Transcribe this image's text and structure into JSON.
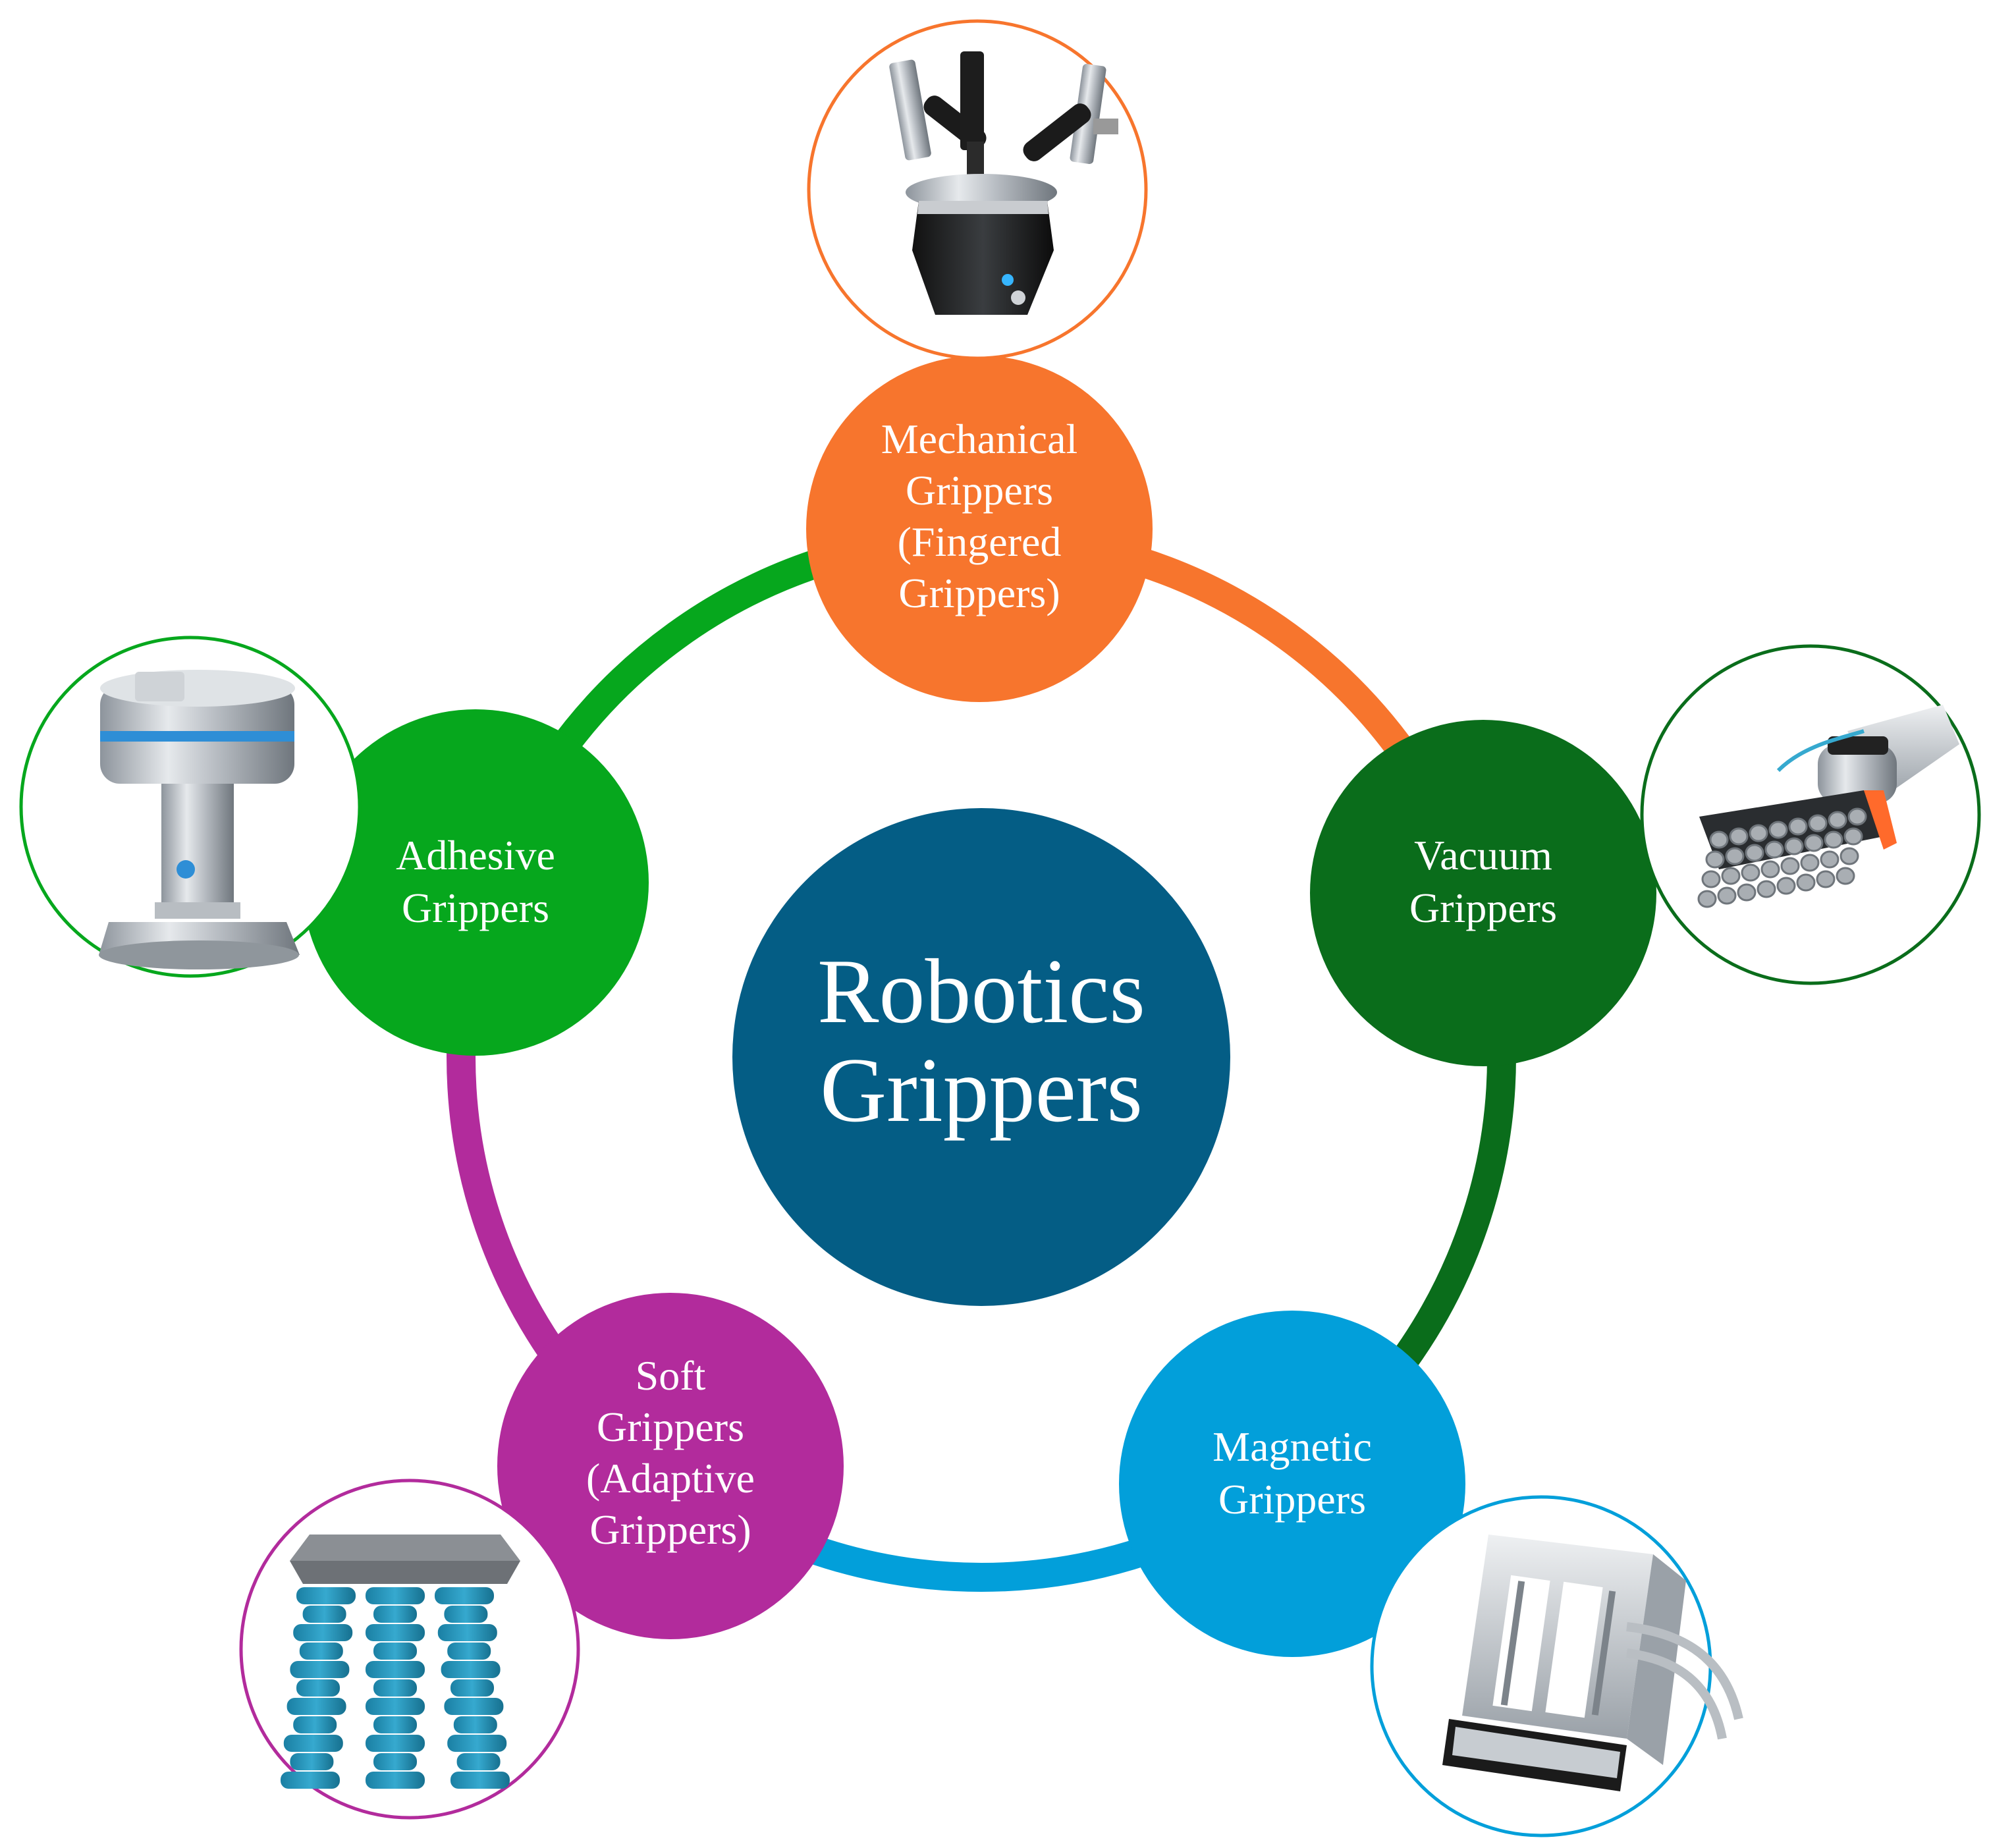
{
  "center": {
    "lines": [
      "Robotics",
      "Grippers"
    ],
    "color": "#045d85"
  },
  "nodes": [
    {
      "id": "mechanical",
      "lines": [
        "Mechanical",
        "Grippers",
        "(Fingered",
        "Grippers)"
      ],
      "color": "#f7752d",
      "ring_color": "#f7752d",
      "icon": "three-finger-gripper-icon"
    },
    {
      "id": "vacuum",
      "lines": [
        "Vacuum",
        "Grippers"
      ],
      "color": "#0a6d1b",
      "ring_color": "#0a6d1b",
      "icon": "vacuum-cup-array-icon"
    },
    {
      "id": "magnetic",
      "lines": [
        "Magnetic",
        "Grippers"
      ],
      "color": "#029fda",
      "ring_color": "#029fda",
      "icon": "magnetic-gripper-block-icon"
    },
    {
      "id": "soft",
      "lines": [
        "Soft",
        "Grippers",
        "(Adaptive",
        "Grippers)"
      ],
      "color": "#b22b9c",
      "ring_color": "#b22b9c",
      "icon": "soft-bellows-gripper-icon"
    },
    {
      "id": "adhesive",
      "lines": [
        "Adhesive",
        "Grippers"
      ],
      "color": "#06a71d",
      "ring_color": "#06a71d",
      "icon": "adhesive-gripper-pad-icon"
    }
  ],
  "arc_colors": [
    "#f7752d",
    "#0a6d1b",
    "#029fda",
    "#b22b9c",
    "#06a71d"
  ]
}
